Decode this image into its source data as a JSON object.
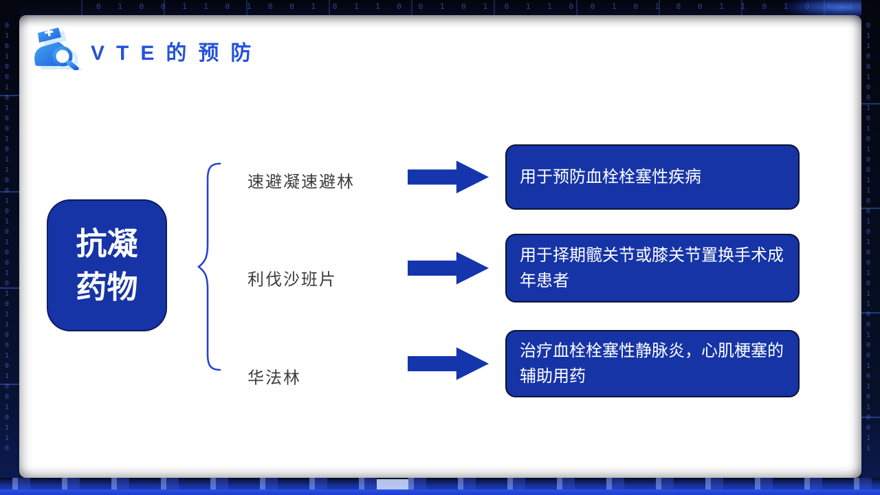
{
  "frame": {
    "binary_row": "0 1 0 0 1 1 0 1 0 0 1 0 1 1 0 0 1 0 1 0 1 1 0 0 1 0 1 0 0 1 1 0 1 0 0 1 0 1 1 0",
    "binary_column_left": "0 1 0 1 0 0 1 0 1 0 0 1 0 1 1 0 0 1 0 1 0 1 0 0 1 0 1 0 1 1 0 0 1 0 1 0 0 1 0 1 1 0",
    "binary_column_right": "0 1 1 0 0 1 0 0 1 0 1 0 1 0 0 1 1 0 0 1 0 1 0 0 1 0 1 1 0 0 1 0 0 1 0 1 0 1 0 0 1 1"
  },
  "header": {
    "title": "VTE的预防",
    "icon": "nurse-magnifier-icon"
  },
  "diagram": {
    "root_label": "抗凝药物",
    "items": [
      {
        "drug": "速避凝速避林",
        "description": "用于预防血栓栓塞性疾病"
      },
      {
        "drug": "利伐沙班片",
        "description": "用于择期髋关节或膝关节置换手术成年患者"
      },
      {
        "drug": "华法林",
        "description": "治疗血栓栓塞性静脉炎，心肌梗塞的辅助用药"
      }
    ]
  },
  "colors": {
    "primary_blue": "#1634a6",
    "arrow_blue": "#1535ad",
    "title_blue": "#2452d8",
    "brace_blue": "#2444cf",
    "label_gray": "#3d3d3d",
    "frame_dark": "#04060f",
    "frame_bottom_blue": "#1b3cd0"
  }
}
